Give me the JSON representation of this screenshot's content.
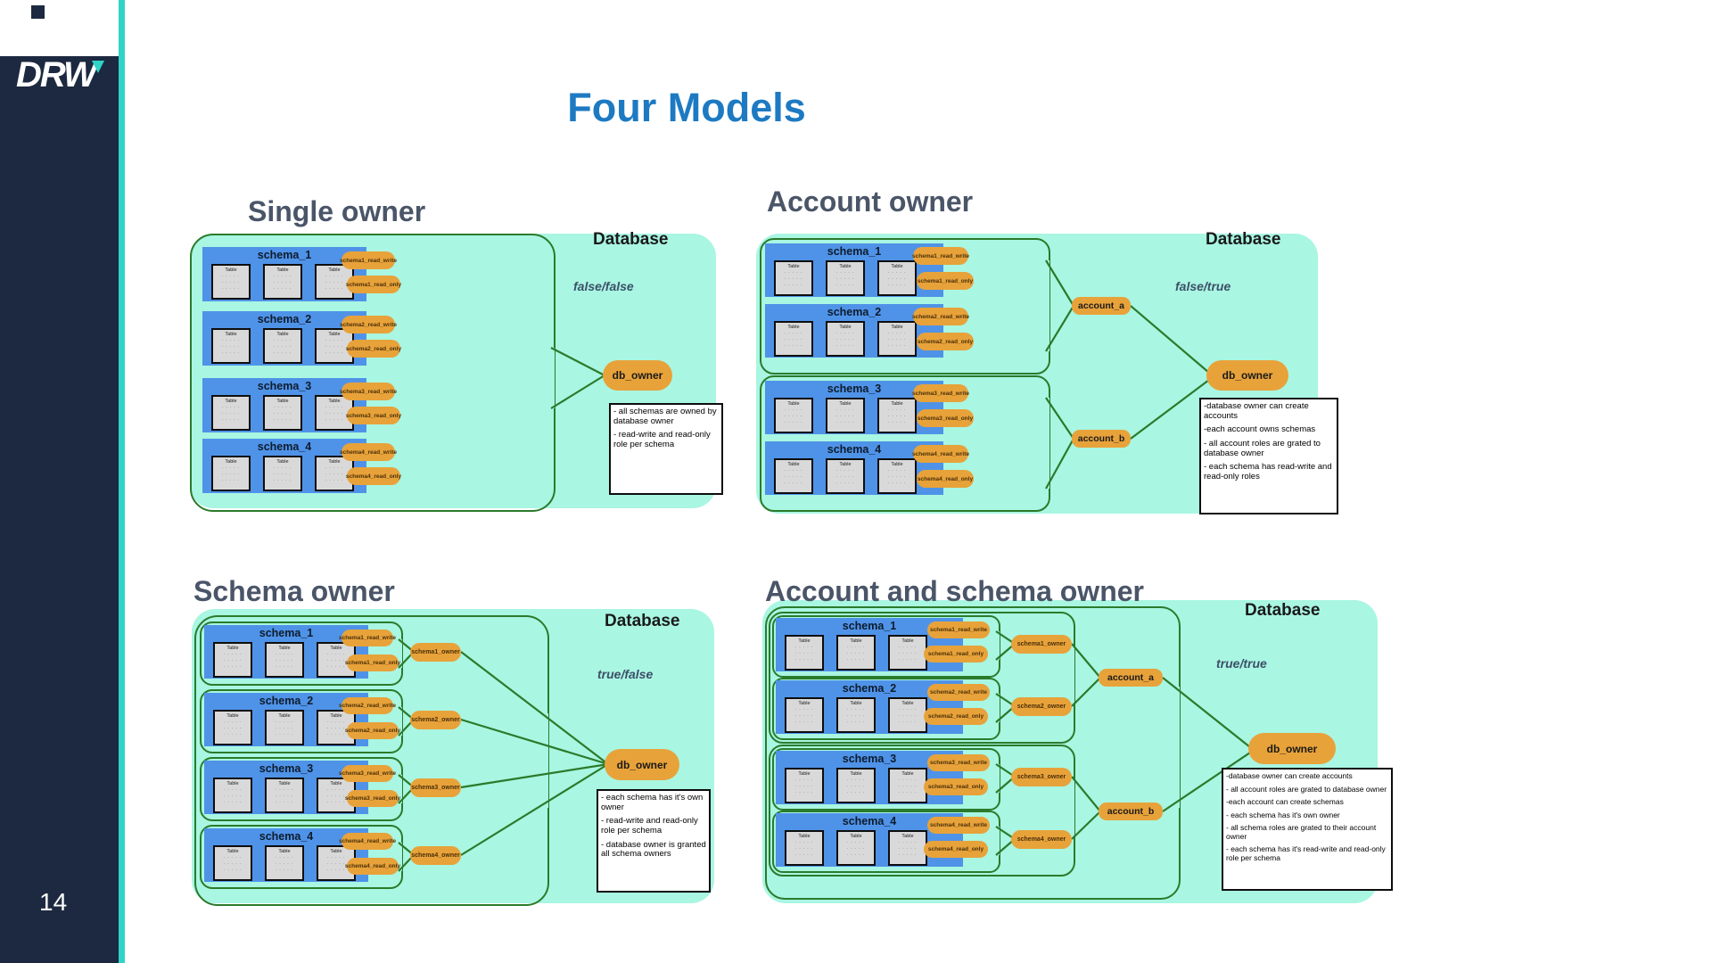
{
  "slide": {
    "title": "Four Models",
    "page_number": "14",
    "logo_text": "DRW",
    "table_label": "Table"
  },
  "colors": {
    "navy": "#1c2940",
    "teal": "#2fd4c6",
    "title_blue": "#1d7ac2",
    "heading": "#4a5568",
    "mint": "#a9f6e2",
    "green": "#2b7a2b",
    "schema_blue": "#4f93e8",
    "pill_orange": "#e8a23a",
    "table_gray": "#d9d9d9",
    "flag_text": "#3d5068"
  },
  "models": [
    {
      "heading": "Single owner",
      "database_label": "Database",
      "flags": "false/false",
      "db_owner_label": "db_owner",
      "schemas": [
        {
          "name": "schema_1",
          "read_write": "schema1_read_write",
          "read_only": "schema1_read_only"
        },
        {
          "name": "schema_2",
          "read_write": "schema2_read_write",
          "read_only": "schema2_read_only"
        },
        {
          "name": "schema_3",
          "read_write": "schema3_read_write",
          "read_only": "schema3_read_only"
        },
        {
          "name": "schema_4",
          "read_write": "schema4_read_write",
          "read_only": "schema4_read_only"
        }
      ],
      "notes": [
        "- all schemas are owned by database owner",
        "- read-write and read-only role per schema"
      ]
    },
    {
      "heading": "Account owner",
      "database_label": "Database",
      "flags": "false/true",
      "db_owner_label": "db_owner",
      "accounts": [
        {
          "label": "account_a",
          "schemas": [
            {
              "name": "schema_1",
              "read_write": "schema1_read_write",
              "read_only": "schema1_read_only"
            },
            {
              "name": "schema_2",
              "read_write": "schema2_read_write",
              "read_only": "schema2_read_only"
            }
          ]
        },
        {
          "label": "account_b",
          "schemas": [
            {
              "name": "schema_3",
              "read_write": "schema3_read_write",
              "read_only": "schema3_read_only"
            },
            {
              "name": "schema_4",
              "read_write": "schema4_read_write",
              "read_only": "schema4_read_only"
            }
          ]
        }
      ],
      "notes": [
        "-database owner can create accounts",
        "-each account owns schemas",
        "- all account roles are grated to database owner",
        "- each schema has read-write and read-only roles"
      ]
    },
    {
      "heading": "Schema owner",
      "database_label": "Database",
      "flags": "true/false",
      "db_owner_label": "db_owner",
      "schemas": [
        {
          "name": "schema_1",
          "read_write": "schema1_read_write",
          "read_only": "schema1_read_only",
          "owner": "schema1_owner"
        },
        {
          "name": "schema_2",
          "read_write": "schema2_read_write",
          "read_only": "schema2_read_only",
          "owner": "schema2_owner"
        },
        {
          "name": "schema_3",
          "read_write": "schema3_read_write",
          "read_only": "schema3_read_only",
          "owner": "schema3_owner"
        },
        {
          "name": "schema_4",
          "read_write": "schema4_read_write",
          "read_only": "schema4_read_only",
          "owner": "schema4_owner"
        }
      ],
      "notes": [
        "- each schema has it's own owner",
        "- read-write and read-only role per schema",
        "- database owner is granted all schema owners"
      ]
    },
    {
      "heading": "Account and schema owner",
      "database_label": "Database",
      "flags": "true/true",
      "db_owner_label": "db_owner",
      "accounts": [
        {
          "label": "account_a",
          "schemas": [
            {
              "name": "schema_1",
              "read_write": "schema1_read_write",
              "read_only": "schema1_read_only",
              "owner": "schema1_owner"
            },
            {
              "name": "schema_2",
              "read_write": "schema2_read_write",
              "read_only": "schema2_read_only",
              "owner": "schema2_owner"
            }
          ]
        },
        {
          "label": "account_b",
          "schemas": [
            {
              "name": "schema_3",
              "read_write": "schema3_read_write",
              "read_only": "schema3_read_only",
              "owner": "schema3_owner"
            },
            {
              "name": "schema_4",
              "read_write": "schema4_read_write",
              "read_only": "schema4_read_only",
              "owner": "schema4_owner"
            }
          ]
        }
      ],
      "notes": [
        "-database owner can create accounts",
        "- all account roles are grated to database owner",
        "-each account can create schemas",
        "- each schema has it's own owner",
        "- all schema  roles are grated to their account owner",
        "- each schema has it's read-write and read-only role per schema"
      ]
    }
  ]
}
